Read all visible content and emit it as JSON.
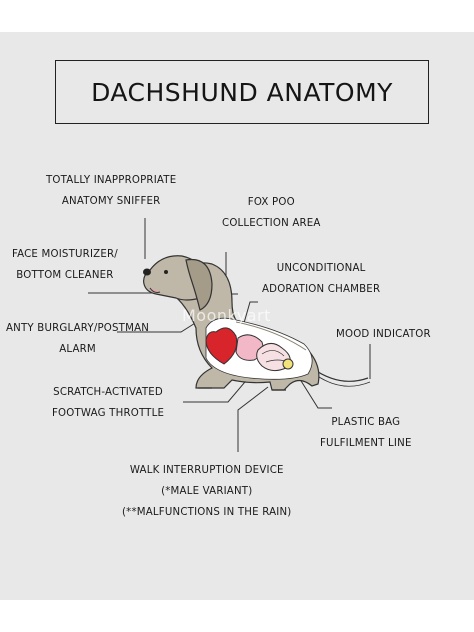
{
  "title": "DACHSHUND ANATOMY",
  "watermark": "Moonkyart",
  "labels": {
    "sniffer": [
      "TOTALLY INAPPROPRIATE",
      "ANATOMY SNIFFER"
    ],
    "poo": [
      "FOX POO",
      "COLLECTION AREA"
    ],
    "face": [
      "FACE MOISTURIZER/",
      "BOTTOM CLEANER"
    ],
    "adoration": [
      "UNCONDITIONAL",
      "ADORATION CHAMBER"
    ],
    "mood": "MOOD INDICATOR",
    "burglary": [
      "ANTY BURGLARY/POSTMAN",
      "ALARM"
    ],
    "throttle": [
      "SCRATCH-ACTIVATED",
      "FOOTWAG THROTTLE"
    ],
    "bag": [
      "PLASTIC BAG",
      "FULFILMENT LINE"
    ],
    "walk": [
      "WALK INTERRUPTION DEVICE",
      "(*MALE VARIANT)",
      "(**MALFUNCTIONS IN THE RAIN)"
    ]
  },
  "colors": {
    "background": "#e8e8e8",
    "dog_body": "#bfb8a8",
    "heart": "#d8242b",
    "stomach": "#f2b8c8",
    "intestine": "#f6e0e4",
    "bladder": "#f3e27a"
  }
}
